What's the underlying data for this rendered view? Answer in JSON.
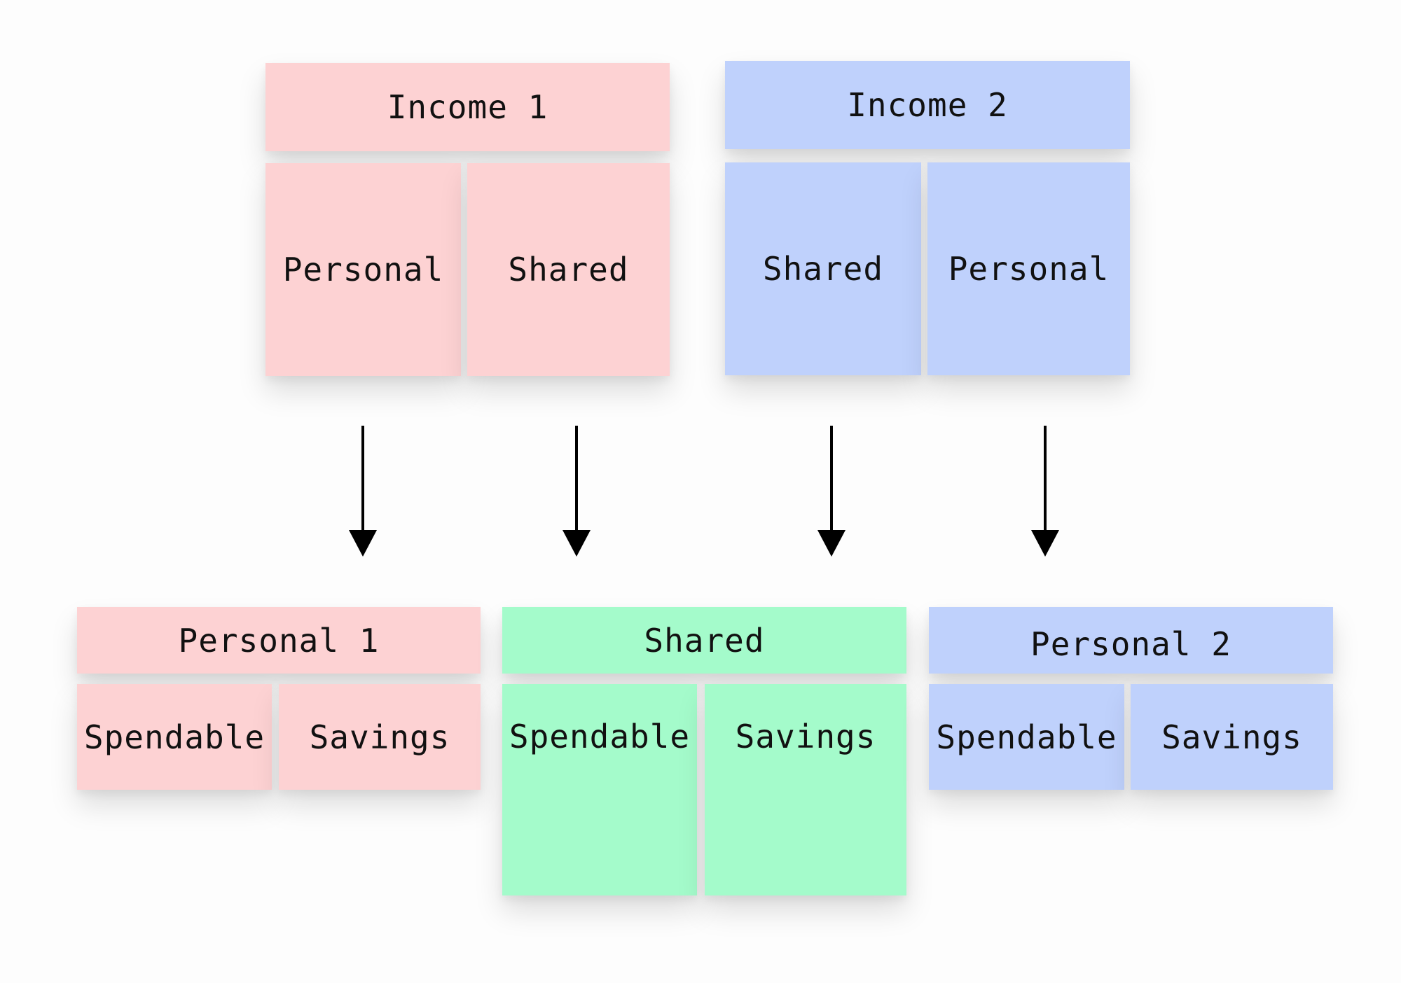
{
  "sources": [
    {
      "title": "Income 1",
      "color": "#fdd2d3",
      "parts": [
        "Personal",
        "Shared"
      ]
    },
    {
      "title": "Income 2",
      "color": "#bfd1fc",
      "parts": [
        "Shared",
        "Personal"
      ]
    }
  ],
  "destinations": [
    {
      "title": "Personal 1",
      "color": "#fdd2d3",
      "parts": [
        "Spendable",
        "Savings"
      ]
    },
    {
      "title": "Shared",
      "color": "#a4fbcb",
      "parts": [
        "Spendable",
        "Savings"
      ]
    },
    {
      "title": "Personal 2",
      "color": "#bfd1fc",
      "parts": [
        "Spendable",
        "Savings"
      ]
    }
  ],
  "flows": [
    {
      "from": "Income 1 Personal",
      "to": "Personal 1"
    },
    {
      "from": "Income 1 Shared",
      "to": "Shared"
    },
    {
      "from": "Income 2 Shared",
      "to": "Shared"
    },
    {
      "from": "Income 2 Personal",
      "to": "Personal 2"
    }
  ],
  "arrow_color": "#000000"
}
